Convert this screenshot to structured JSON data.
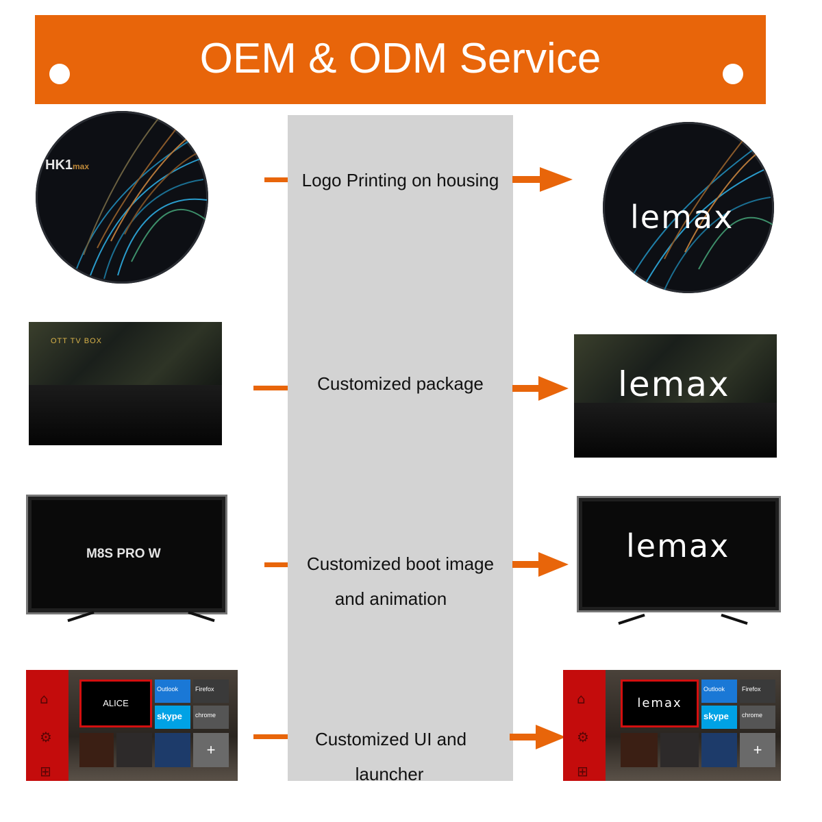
{
  "banner": {
    "title": "OEM & ODM Service"
  },
  "rows": [
    {
      "label": "Logo Printing on housing",
      "original_brand": "HK1",
      "original_model": "max"
    },
    {
      "label": "Customized package",
      "package_text": "OTT TV BOX"
    },
    {
      "label_line1": "Customized boot image",
      "label_line2": "and animation",
      "original_boot_text": "M8S PRO W"
    },
    {
      "label_line1": "Customized UI and",
      "label_line2": "launcher",
      "original_feature_text": "ALICE"
    }
  ],
  "brand_logo": "lemax",
  "launcher_tiles": {
    "outlook": "Outlook",
    "firefox": "Firefox",
    "skype": "skype",
    "chrome": "chrome"
  },
  "colors": {
    "accent": "#e8650a",
    "center_column": "#d3d3d3",
    "launcher_red": "#c40c0c"
  },
  "icons": [
    "arrow-right-icon",
    "home-icon",
    "gear-icon",
    "windows-icon",
    "plus-icon"
  ]
}
